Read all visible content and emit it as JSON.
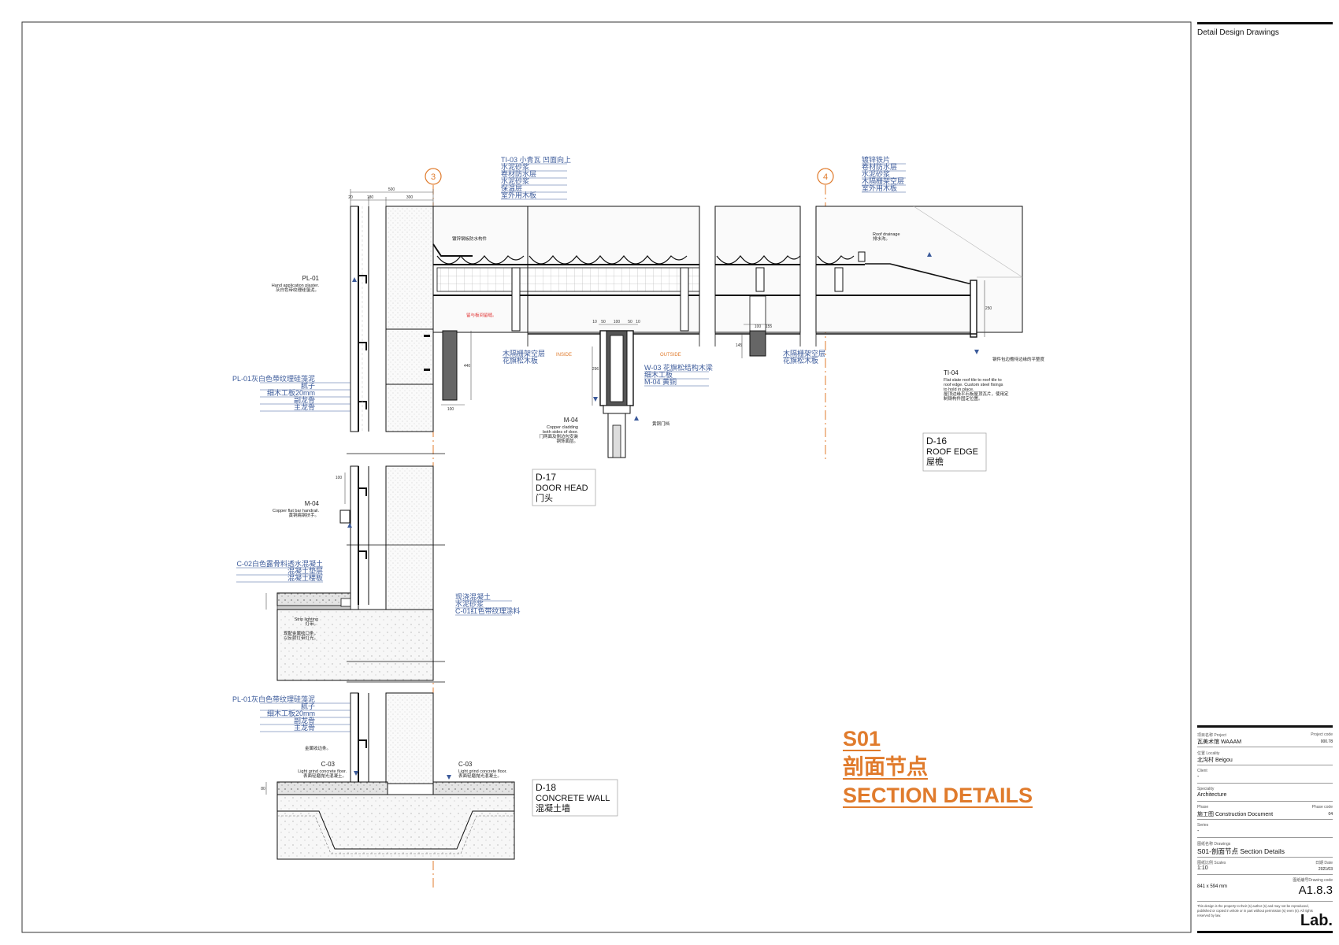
{
  "sheet": {
    "header": "Detail Design Drawings",
    "title_code": "S01",
    "title_cn": "剖面节点",
    "title_en": "SECTION DETAILS"
  },
  "title_block": {
    "project_label": "项目名称 Project",
    "project_code_label": "Project code",
    "project_value": "瓦美术馆 WAAAM",
    "project_code_value": "000.78",
    "locality_label": "位置 Locality",
    "locality_value": "北沟村 Beigou",
    "client_label": "Client",
    "client_value": "-",
    "specialty_label": "Speciality",
    "specialty_value": "Architecture",
    "phase_label": "Phase",
    "phase_code_label": "Phase code",
    "phase_value": "施工图 Construction Document",
    "phase_code_value": "04",
    "series_label": "Series",
    "series_value": "-",
    "drawings_label": "图纸名称 Drawings",
    "drawings_value": "S01-剖面节点 Section Details",
    "scales_label": "图纸比例 Scales",
    "date_label": "日期 Date",
    "scales_value": "1:10",
    "date_value": "2021/03",
    "drawing_code_label": "图纸编号Drawing code",
    "paper_size": "841 x 594 mm",
    "drawing_code": "A1.8.3",
    "disclaimer": "This design is the property to their (s) author (s) and may not be reproduced, published or copied in whole or in part without permission (s) even (s). All rights reserved by law.",
    "logo": "Lab."
  },
  "details": {
    "d16": {
      "code": "D-16",
      "name": "ROOF EDGE",
      "cn": "屋檐"
    },
    "d17": {
      "code": "D-17",
      "name": "DOOR HEAD",
      "cn": "门头"
    },
    "d18": {
      "code": "D-18",
      "name": "CONCRETE WALL",
      "cn": "混凝土墙"
    }
  },
  "grid": {
    "g3": "3",
    "g4": "4"
  },
  "dims": {
    "d500": "500",
    "d20": "20",
    "d180": "180",
    "d300": "300",
    "d100a": "100",
    "d440": "440",
    "d250": "250",
    "d100b": "100",
    "d145": "145",
    "d10": "10",
    "d50": "50",
    "d100c": "100",
    "d50b": "50",
    "d10b": "10",
    "d155": "155",
    "d296": "296",
    "d100d": "100",
    "d80": "80"
  },
  "labels": {
    "ti03": "TI-03 小青瓦 凹面向上",
    "ti03_l2": "水泥砂浆",
    "ti03_l3": "卷材防水层",
    "ti03_l4": "水泥砂浆",
    "ti03_l5": "保温层",
    "ti03_l6": "室外用木板",
    "r4_l1": "镀锌铁片",
    "r4_l2": "卷材防水层",
    "r4_l3": "水泥砂浆",
    "r4_l4": "木隔栅架空层",
    "r4_l5": "室外用木板",
    "galv": "镀锌钢板防水构件",
    "red_note": "留与板间留缝。",
    "joist_a1": "木隔栅架空层",
    "joist_a2": "花旗松木板",
    "joist_b1": "木隔栅架空层",
    "joist_b2": "花旗松木板",
    "inside": "INSIDE",
    "outside": "OUTSIDE",
    "w03_l1": "W-03 花旗松结构木梁",
    "w03_l2": "细木工板",
    "w03_l3": "M-04 黄铜",
    "door_brass": "黄铜门档",
    "m04_door": "M-04",
    "m04_door_l1": "Copper cladding",
    "m04_door_l2": "both sides of door.",
    "m04_door_l3": "门两面及侧边包安装",
    "m04_door_l4": "铜饰面层。",
    "pl01": "PL-01",
    "pl01_l1": "Hand application plaster.",
    "pl01_l2": "灰白色带纹理硅藻泥。",
    "pl01b_l1": "PL-01灰白色带纹理硅藻泥",
    "pl01b_l2": "腻子",
    "pl01b_l3": "细木工板20mm",
    "pl01b_l4": "副龙骨",
    "pl01b_l5": "主龙骨",
    "roof_drain1": "Roof drainage",
    "roof_drain2": "排水沟。",
    "ti04": "TI-04",
    "ti04_l1": "Flat slate roof tile to roof tile to",
    "ti04_l2": "roof edge. Custom steel fixings",
    "ti04_l3": "to hold in place.",
    "ti04_l4": "屋顶边缘平石板屋顶瓦片，使用定",
    "ti04_l5": "制钢构件固定位置。",
    "steel_note": "钢件包边檐待边缘的平整度",
    "m04_rail": "M-04",
    "m04_rail_l1": "Copper flat bar handrail.",
    "m04_rail_l2": "黄铜扁钢扶手。",
    "c02_l1": "C-02白色露骨料透水混凝土",
    "c02_l2": "混凝土垫层",
    "c02_l3": "混凝土楼板",
    "strip_l1": "Strip lighting",
    "strip_l2": "灯带。",
    "strip_l3": "现配金属收口条，",
    "strip_l4": "以反射灯带灯光。",
    "conc_l1": "现浇混凝土",
    "conc_l2": "水泥砂浆",
    "conc_l3": "C-01红色带纹理涂料",
    "pl01c_l1": "PL-01灰白色带纹理硅藻泥",
    "pl01c_l2": "腻子",
    "pl01c_l3": "细木工板20mm",
    "pl01c_l4": "副龙骨",
    "pl01c_l5": "主龙骨",
    "metal_edge": "金属收边条。",
    "c03a": "C-03",
    "c03a_l1": "Light grind concrete floor.",
    "c03a_l2": "表面轻磨抛光混凝土。",
    "c03b": "C-03",
    "c03b_l1": "Light grind concrete floor.",
    "c03b_l2": "表面轻磨抛光混凝土。"
  },
  "colors": {
    "accent": "#e07b2c",
    "annotation": "#3b5a9a",
    "red": "#e03030",
    "line": "#111111"
  }
}
